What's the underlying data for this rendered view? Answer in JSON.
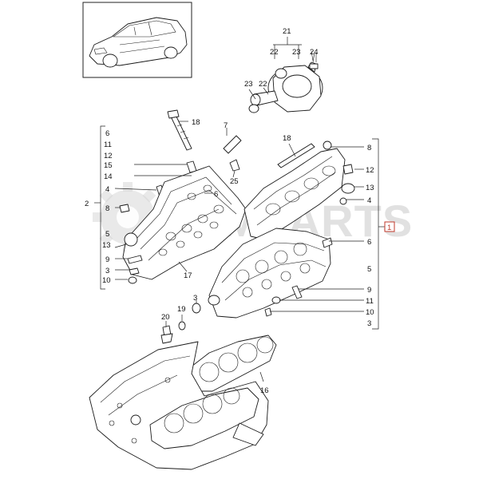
{
  "watermark": "ARMPARTS",
  "callouts": {
    "c21": "21",
    "c22a": "22",
    "c23a": "23",
    "c24": "24",
    "c23b": "23",
    "c22b": "22",
    "c18a": "18",
    "c7": "7",
    "c6l": "6",
    "c11l": "11",
    "c12l": "12",
    "c15": "15",
    "c14": "14",
    "c4l": "4",
    "c25": "25",
    "c6m": "6",
    "c2": "2",
    "c8l": "8",
    "c5l": "5",
    "c13l": "13",
    "c9l": "9",
    "c3l": "3",
    "c10l": "10",
    "c17": "17",
    "c3m": "3",
    "c19": "19",
    "c20": "20",
    "c18b": "18",
    "c8r": "8",
    "c12r": "12",
    "c13r": "13",
    "c4r": "4",
    "c1": "1",
    "c6r": "6",
    "c5r": "5",
    "c9r": "9",
    "c11r": "11",
    "c10r": "10",
    "c3r": "3",
    "c16": "16"
  }
}
